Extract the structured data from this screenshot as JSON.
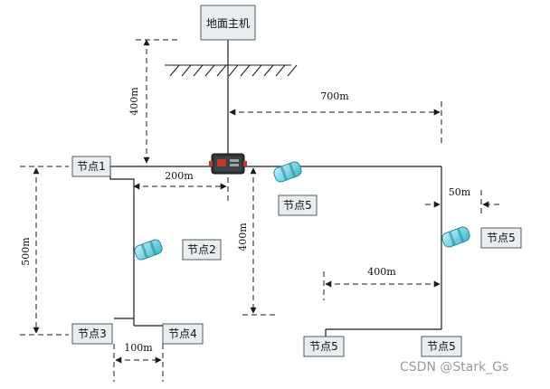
{
  "labels": {
    "ground_host": "地面主机",
    "node1": "节点1",
    "node2": "节点2",
    "node3": "节点3",
    "node4": "节点4",
    "node5_top": "节点5",
    "node5_right": "节点5",
    "node5_bottom_left": "节点5",
    "node5_bottom_right": "节点5"
  },
  "dimensions": {
    "d400_vertical_top": "400m",
    "d700": "700m",
    "d200": "200m",
    "d500": "500m",
    "d400_vertical_mid": "400m",
    "d50": "50m",
    "d400_horizontal": "400m",
    "d100": "100m"
  },
  "watermark": "CSDN @Stark_Gs",
  "colors": {
    "box_fill": "#e8edf0",
    "cable": "#1a1a1a",
    "sensor_body": "#7fd6e6",
    "sensor_band": "#3bb5c9",
    "host_device": "#c0392b"
  }
}
